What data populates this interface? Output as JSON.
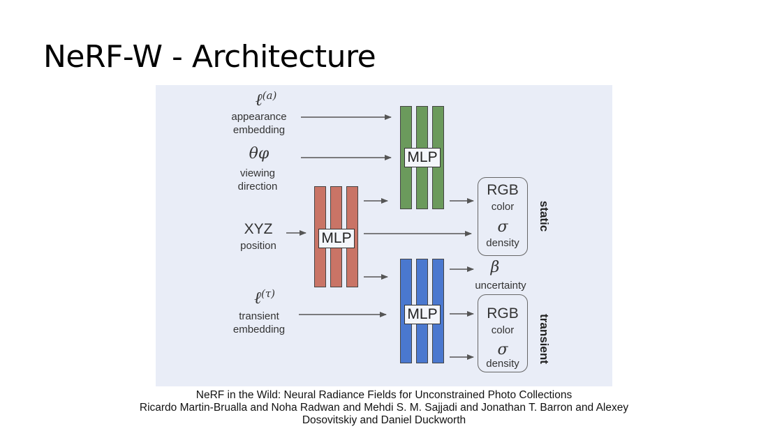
{
  "slide": {
    "title": "NeRF-W - Architecture"
  },
  "diagram": {
    "inputs": {
      "appearance": {
        "symbol": "ℓ",
        "superscript": "(a)",
        "label_line1": "appearance",
        "label_line2": "embedding"
      },
      "viewing": {
        "symbol": "θφ",
        "label_line1": "viewing",
        "label_line2": "direction"
      },
      "position": {
        "symbol": "XYZ",
        "label": "position"
      },
      "transient": {
        "symbol": "ℓ",
        "superscript": "(τ)",
        "label_line1": "transient",
        "label_line2": "embedding"
      }
    },
    "mlp_label": "MLP",
    "static_outputs": {
      "rgb": "RGB",
      "rgb_sub": "color",
      "sigma": "σ",
      "sigma_sub": "density",
      "group": "static"
    },
    "uncertainty": {
      "symbol": "β",
      "label": "uncertainty"
    },
    "transient_outputs": {
      "rgb": "RGB",
      "rgb_sub": "color",
      "sigma": "σ",
      "sigma_sub": "density",
      "group": "transient"
    },
    "colors": {
      "background": "#e9edf7",
      "base_mlp": "#c97466",
      "static_mlp": "#6b9a5c",
      "transient_mlp": "#4a78cf",
      "arrow": "#555555"
    }
  },
  "caption": {
    "line1": "NeRF in the Wild: Neural Radiance Fields for Unconstrained Photo Collections",
    "line2": "Ricardo Martin-Brualla and Noha Radwan and Mehdi S. M. Sajjadi and Jonathan T. Barron and Alexey",
    "line3": "Dosovitskiy and Daniel Duckworth"
  }
}
